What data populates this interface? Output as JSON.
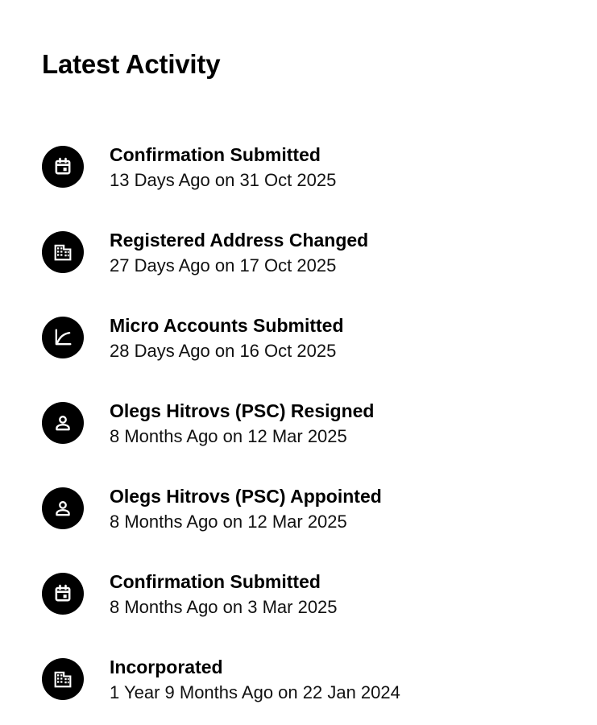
{
  "header": {
    "title": "Latest Activity"
  },
  "activities": [
    {
      "icon": "calendar-icon",
      "title": "Confirmation Submitted",
      "date": "13 Days Ago on 31 Oct 2025"
    },
    {
      "icon": "building-icon",
      "title": "Registered Address Changed",
      "date": "27 Days Ago on 17 Oct 2025"
    },
    {
      "icon": "chart-line-icon",
      "title": "Micro Accounts Submitted",
      "date": "28 Days Ago on 16 Oct 2025"
    },
    {
      "icon": "person-icon",
      "title": "Olegs Hitrovs (PSC) Resigned",
      "date": "8 Months Ago on 12 Mar 2025"
    },
    {
      "icon": "person-icon",
      "title": "Olegs Hitrovs (PSC) Appointed",
      "date": "8 Months Ago on 12 Mar 2025"
    },
    {
      "icon": "calendar-icon",
      "title": "Confirmation Submitted",
      "date": "8 Months Ago on 3 Mar 2025"
    },
    {
      "icon": "building-icon",
      "title": "Incorporated",
      "date": "1 Year 9 Months Ago on 22 Jan 2024"
    }
  ],
  "colors": {
    "icon_background": "#000000",
    "icon_foreground": "#ffffff",
    "text": "#000000",
    "background": "#ffffff"
  }
}
